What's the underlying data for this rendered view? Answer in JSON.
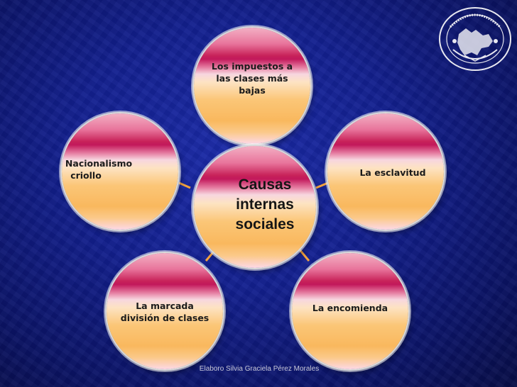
{
  "center": {
    "text": "Causas internas sociales",
    "lines": [
      "Causas",
      "internas",
      "sociales"
    ]
  },
  "nodes": [
    {
      "id": "impuestos",
      "lines": [
        "Los impuestos a",
        "las clases más",
        "bajas"
      ]
    },
    {
      "id": "esclavitud",
      "lines": [
        "La esclavitud"
      ]
    },
    {
      "id": "encomienda",
      "lines": [
        "La encomienda"
      ]
    },
    {
      "id": "division",
      "lines": [
        "La marcada",
        "división de clases"
      ]
    },
    {
      "id": "nacionalismo",
      "lines": [
        "Nacionalismo",
        "criollo"
      ]
    }
  ],
  "footer": {
    "credit": "Elaboro Silvia Graciela Pérez Morales"
  },
  "logo": {
    "name": "unam-seal-icon",
    "text": "UNIVERSIDAD NACIONAL AUTÓNOMA DE MÉXICO"
  },
  "colors": {
    "background": "#13208f",
    "band": "#c2185b",
    "fill": "#f9b85e",
    "connector": "#f4a340"
  }
}
